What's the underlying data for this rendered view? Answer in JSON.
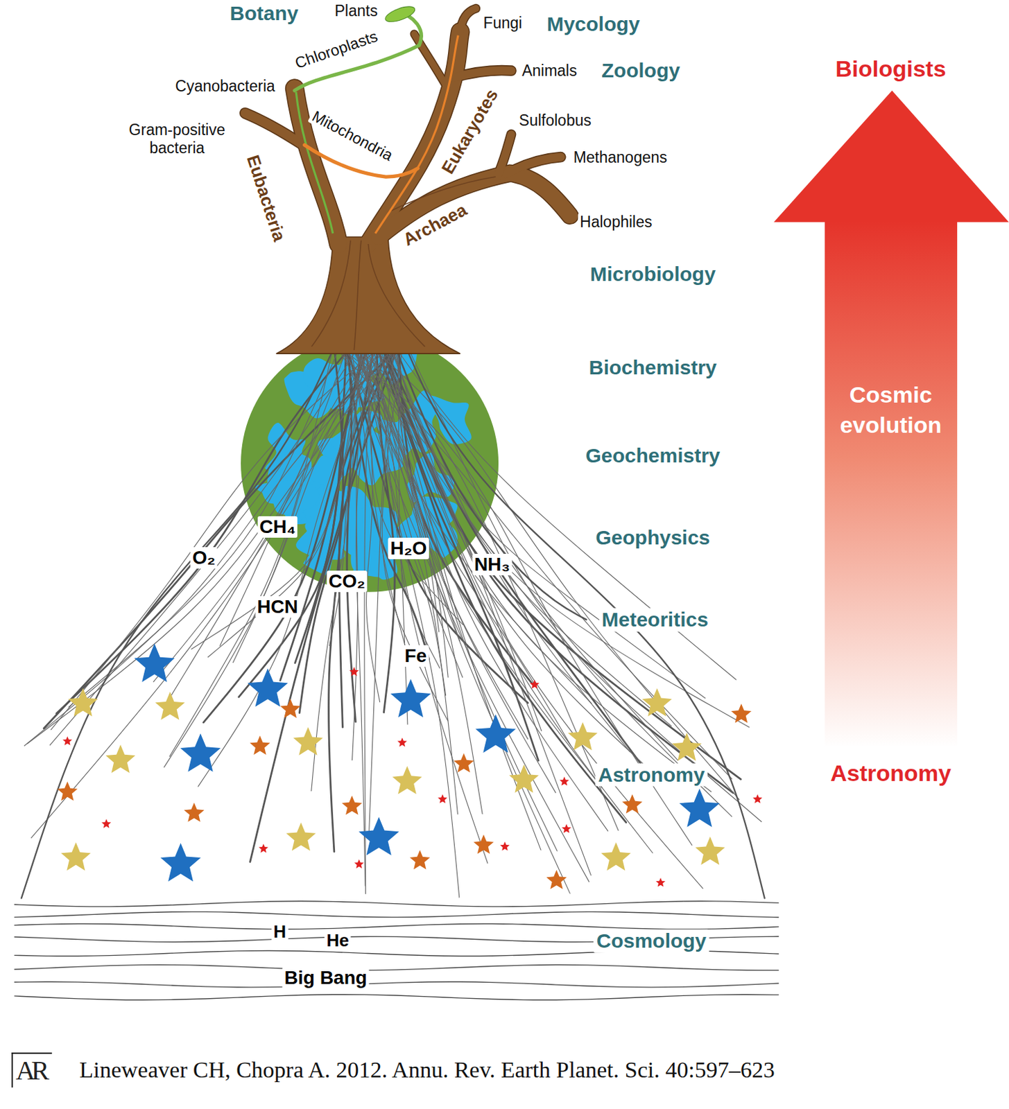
{
  "diagram": {
    "caption": "Lineweaver CH, Chopra A. 2012. Annu. Rev. Earth Planet. Sci. 40:597–623",
    "labels": [
      "Plants",
      "Botany",
      "Fungi",
      "Mycology",
      "Chloroplasts",
      "Animals",
      "Zoology",
      "Biologists",
      "Cyanobacteria",
      "Sulfolobus",
      "Mitochondria",
      "Eukaryotes",
      "Gram-positive bacteria",
      "Methanogens",
      "Eubacteria",
      "Archaea",
      "Halophiles",
      "Microbiology",
      "Biochemistry",
      "Cosmic evolution",
      "Geochemistry",
      "CH₄",
      "Geophysics",
      "H₂O",
      "O₂",
      "NH₃",
      "CO₂",
      "HCN",
      "Meteoritics",
      "Fe",
      "Astronomy",
      "Astronomy",
      "H",
      "He",
      "Cosmology",
      "Big Bang",
      "AR"
    ]
  }
}
